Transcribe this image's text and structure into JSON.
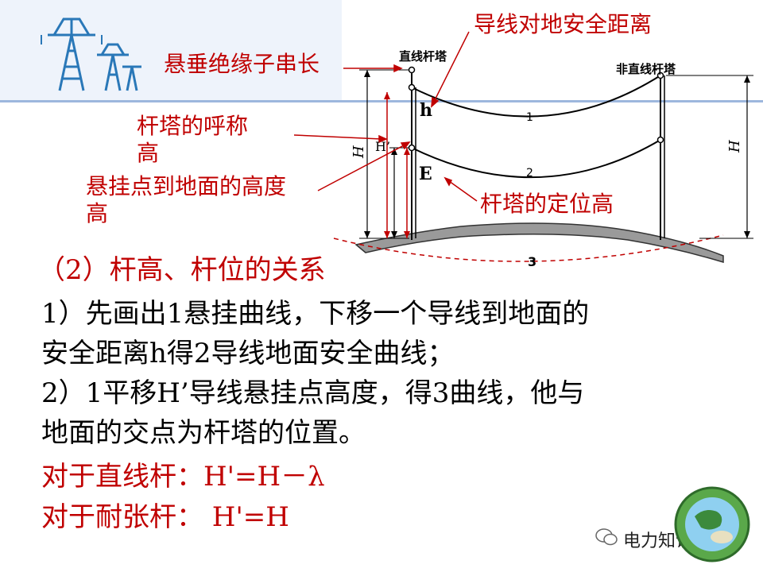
{
  "labels": {
    "safe_distance": "导线对地安全距离",
    "insulator_length": "悬垂绝缘子串长",
    "nominal_height_1": "杆塔的呼称",
    "nominal_height_2": "高",
    "suspension_height_1": "悬挂点到地面的高度",
    "suspension_height_2": "高",
    "positioning_height": "杆塔的定位高"
  },
  "diagram": {
    "straight_tower": "直线杆塔",
    "non_straight_tower": "非直线杆塔",
    "h": "h",
    "H_prime": "H’",
    "E": "E",
    "H_left": "H",
    "H_right": "H",
    "curve_1": "1",
    "curve_2": "2",
    "curve_3": "3"
  },
  "section_title": "（2）杆高、杆位的关系",
  "body_lines": [
    "1）先画出1悬挂曲线，下移一个导线到地面的",
    "安全距离h得2导线地面安全曲线；",
    "2）1平移H’导线悬挂点高度，得3曲线，他与",
    "地面的交点为杆塔的位置。"
  ],
  "formulas": [
    "对于直线杆：H'=H－λ",
    "对于耐张杆： H'=H"
  ],
  "watermark": "电力知识课堂",
  "colors": {
    "accent_red": "#c00000",
    "header_band": "#eef3fb",
    "rule": "#9db7dd"
  }
}
